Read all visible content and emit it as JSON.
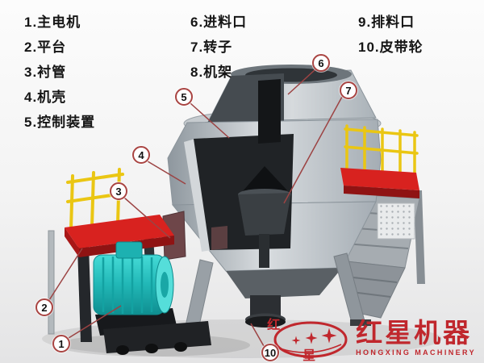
{
  "legend": {
    "columns": [
      {
        "items": [
          "1.主电机",
          "2.平台",
          "3.衬管",
          "4.机壳",
          "5.控制装置"
        ]
      },
      {
        "items": [
          "6.进料口",
          "7.转子",
          "8.机架"
        ]
      },
      {
        "items": [
          "9.排料口",
          "10.皮带轮"
        ]
      }
    ]
  },
  "callouts": [
    {
      "num": "6"
    },
    {
      "num": "5"
    },
    {
      "num": "7"
    },
    {
      "num": "4"
    },
    {
      "num": "3"
    },
    {
      "num": "2"
    },
    {
      "num": "1"
    },
    {
      "num": "10"
    }
  ],
  "logo": {
    "brand": "红星机器",
    "subtitle": "HONGXING MACHINERY",
    "mark_char_top": "红",
    "mark_char_bottom": "星"
  },
  "colors": {
    "callout-red": "#a94442",
    "platform-red": "#d8221f",
    "motor-cyan": "#21b7b6",
    "railing-yellow": "#eac613",
    "logo-red": "#c0272d"
  }
}
